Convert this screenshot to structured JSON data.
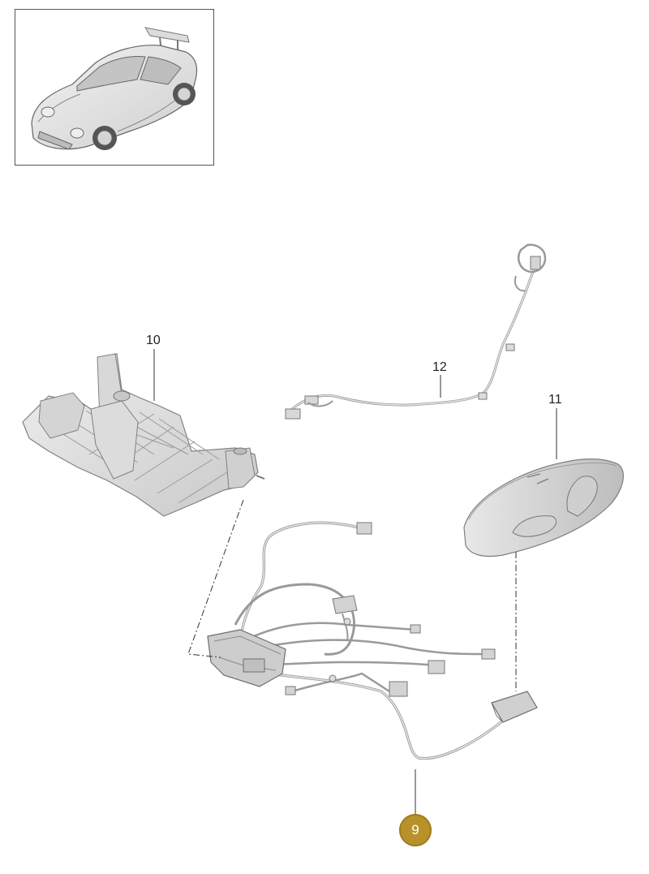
{
  "thumbnail": {
    "icon": "car-icon"
  },
  "parts": [
    {
      "label": "10",
      "name": "seat-frame"
    },
    {
      "label": "12",
      "name": "wiring-harness-cable"
    },
    {
      "label": "11",
      "name": "seat-switch-panel"
    },
    {
      "label": "9",
      "name": "seat-wiring-harness",
      "highlighted": true
    }
  ],
  "colors": {
    "part_fill": "#e3e3e3",
    "part_stroke": "#8a8a8a",
    "highlight": "#b8912a"
  }
}
